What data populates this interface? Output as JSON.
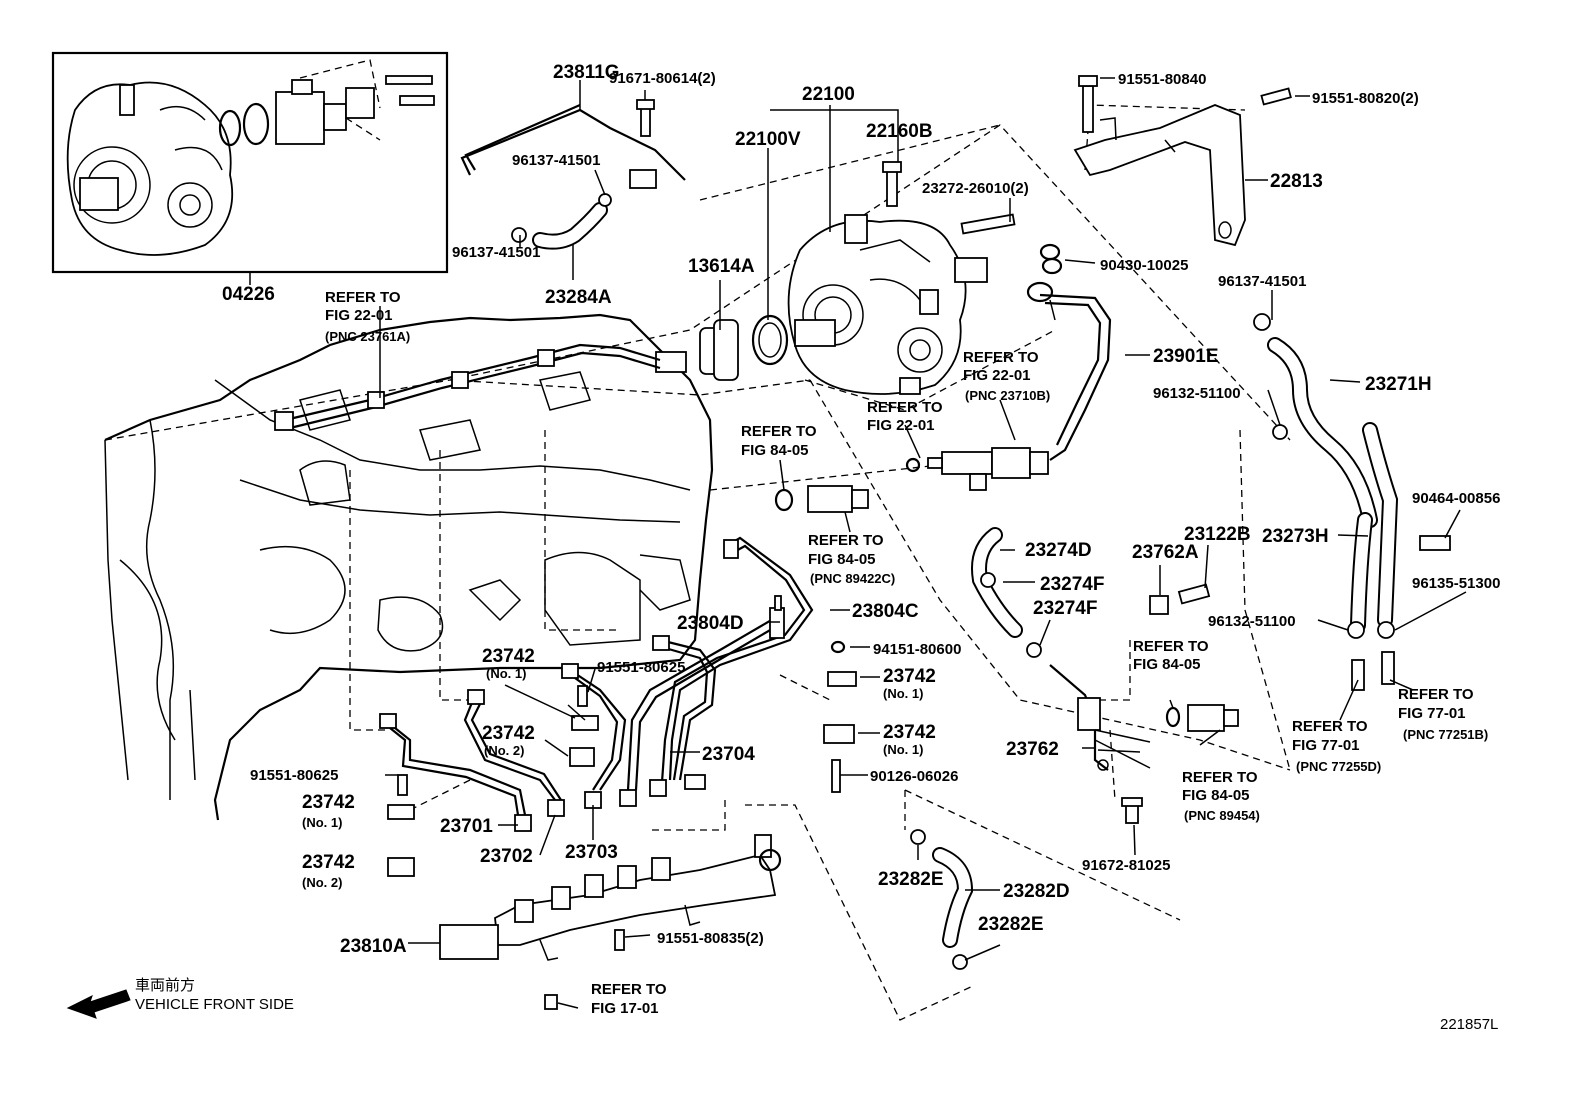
{
  "labels": {
    "p04226": "04226",
    "p23811G": "23811G",
    "p91671_80614": "91671-80614(2)",
    "p96137_41501_a": "96137-41501",
    "p96137_41501_b": "96137-41501",
    "p23284A": "23284A",
    "p22100": "22100",
    "p22100V": "22100V",
    "p22160B": "22160B",
    "p13614A": "13614A",
    "p23272_26010": "23272-26010(2)",
    "p91551_80840": "91551-80840",
    "p91551_80820": "91551-80820(2)",
    "p22813": "22813",
    "p90430_10025": "90430-10025",
    "p96137_41501_c": "96137-41501",
    "p23901E": "23901E",
    "p23271H": "23271H",
    "p96132_51100_a": "96132-51100",
    "p90464_00856": "90464-00856",
    "p23273H": "23273H",
    "p96135_51300": "96135-51300",
    "p96132_51100_b": "96132-51100",
    "p23274D": "23274D",
    "p23274F_a": "23274F",
    "p23274F_b": "23274F",
    "p23762A": "23762A",
    "p23122B": "23122B",
    "p23804C": "23804C",
    "p23804D": "23804D",
    "p94151_80600": "94151-80600",
    "p23742_a": "23742",
    "p23742_a_sub": "(No. 1)",
    "p23742_b": "23742",
    "p23742_b_sub": "(No. 1)",
    "p23742_c": "23742",
    "p23742_c_sub": "(No. 1)",
    "p23742_d": "23742",
    "p23742_d_sub": "(No. 2)",
    "p23742_e": "23742",
    "p23742_e_sub": "(No. 1)",
    "p23742_f": "23742",
    "p23742_f_sub": "(No. 2)",
    "p91551_80625_a": "91551-80625",
    "p91551_80625_b": "91551-80625",
    "p23704": "23704",
    "p90126_06026": "90126-06026",
    "p23762": "23762",
    "p23701": "23701",
    "p23702": "23702",
    "p23703": "23703",
    "p23282E_a": "23282E",
    "p23282D": "23282D",
    "p23282E_b": "23282E",
    "p91672_81025": "91672-81025",
    "p23810A": "23810A",
    "p91551_80835": "91551-80835(2)"
  },
  "refs": {
    "r1": [
      "REFER TO",
      "FIG 22-01",
      "(PNC 23761A)"
    ],
    "r2": [
      "REFER TO",
      "FIG 22-01",
      "(PNC 23710B)"
    ],
    "r3": [
      "REFER TO",
      "FIG 22-01"
    ],
    "r4": [
      "REFER TO",
      "FIG 84-05"
    ],
    "r5": [
      "REFER TO",
      "FIG 84-05",
      "(PNC 89422C)"
    ],
    "r6": [
      "REFER TO",
      "FIG 84-05"
    ],
    "r7": [
      "REFER TO",
      "FIG 84-05",
      "(PNC 89454)"
    ],
    "r8": [
      "REFER TO",
      "FIG 77-01",
      "(PNC 77251B)"
    ],
    "r9": [
      "REFER TO",
      "FIG 77-01",
      "(PNC 77255D)"
    ],
    "r10": [
      "REFER TO",
      "FIG 17-01"
    ]
  },
  "footer": {
    "front_jp": "車両前方",
    "front_en": "VEHICLE FRONT SIDE",
    "figure_id": "221857L"
  }
}
